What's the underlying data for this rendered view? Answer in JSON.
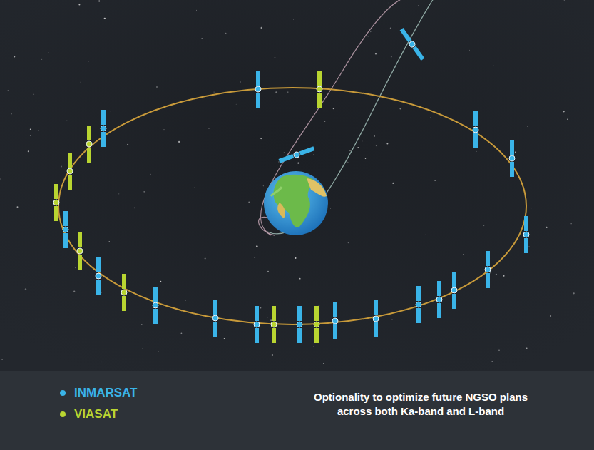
{
  "diagram": {
    "labels": [
      "Optionality to optimize future NGSO plans across both Ka-band and L-band"
    ],
    "legend": [
      {
        "text": "INMARSAT",
        "color": "#3ab4e8"
      },
      {
        "text": "VIASAT",
        "color": "#b9d531"
      }
    ]
  }
}
